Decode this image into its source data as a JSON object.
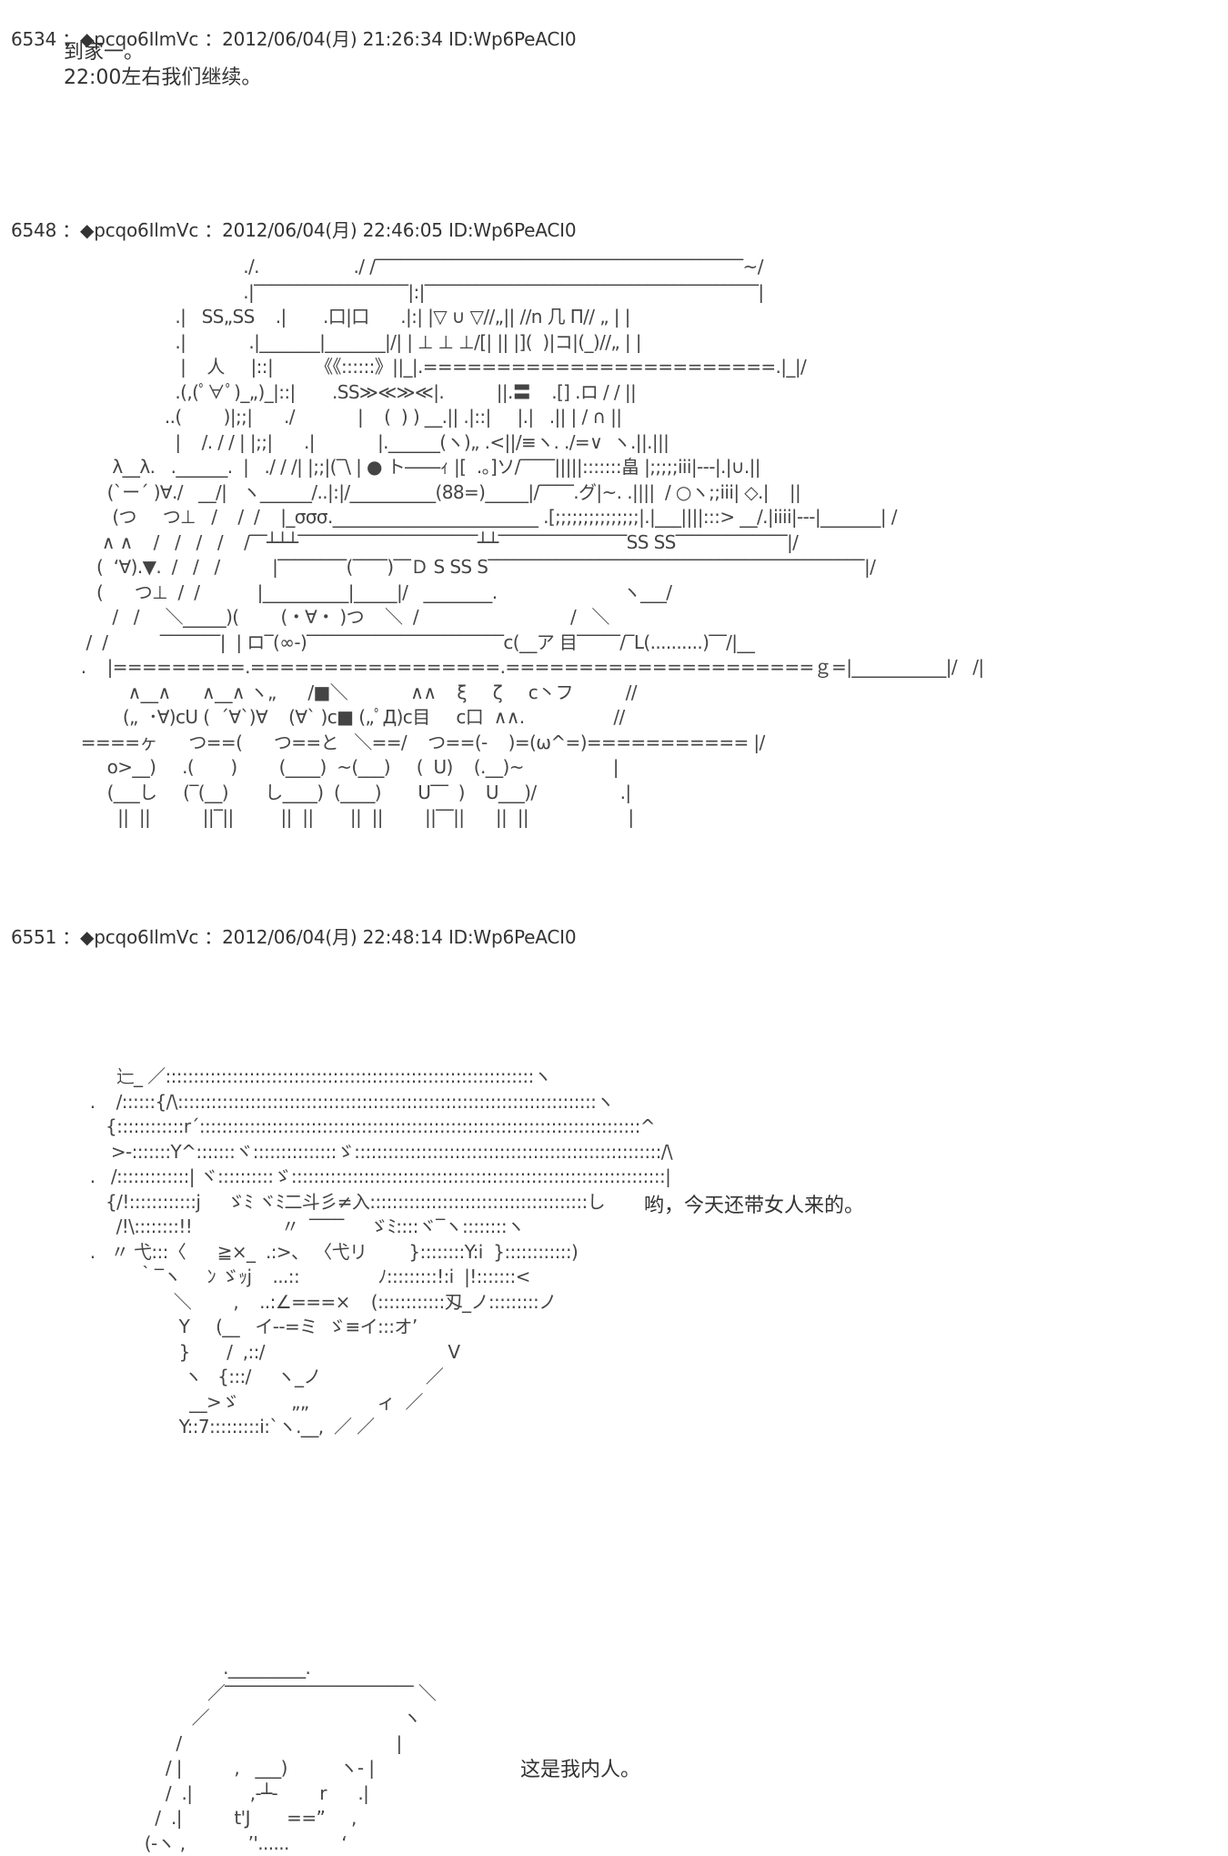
{
  "posts": [
    {
      "header": "6534 ：◆pcqo6IlmVc ：2012/06/04(月) 21:26:34 ID:Wp6PeACI0",
      "body": "到家一。\n22:00左右我们继续。"
    },
    {
      "header": "6548 ：◆pcqo6IlmVc ：2012/06/04(月) 22:46:05 ID:Wp6PeACI0",
      "ascii_art": "                                    ./.                  ./ /‾‾‾‾‾‾‾‾‾‾‾‾‾‾‾‾‾‾‾‾‾‾‾‾‾‾‾‾‾‾‾‾‾‾‾‾‾‾‾‾‾‾‾~/\n                                    .|‾‾‾‾‾‾‾‾‾‾‾‾‾‾‾‾‾‾|:|‾‾‾‾‾‾‾‾‾‾‾‾‾‾‾‾‾‾‾‾‾‾‾‾‾‾‾‾‾‾‾‾‾‾‾‾‾‾‾|\n                       .|   SS„SS    .|       .口|口      .|:| |▽ ∪ ▽//„|| //n 几 Π// „ | |\n                       .|            .|_______|_______|/| | ⊥ ⊥ ⊥/[| || |](  )|コ|(_)//„ | |\n                        |    人     |::|        《《::::::》||_|.========================.|_|/\n                       .(,(ﾟ∀ﾟ)_„)_|::|       .SS≫≪≫≪|.          ||.〓    .[] .ロ / / ||\n                     ..(        )|;;|      ./            |    (  ) ) __.|| .|::|     |.|   .|| | / ∩ ||\n                       |    /. / / | |;;|      .|            |.______(ヽ)„ .<||/≡ヽ. ./=∨  ヽ.||.|||\n           λ__λ.   .______.  |   ./ / /| |;;|(‾\\ | ● ト――ｨ |[  .。]ソ/‾‾‾‾|||||:::::::畠 |;;;;;iii|---|.|∪.||\n          (`ー´ )∀./   __/|   ヽ______/..|:|/__________(88=)_____|/‾‾‾‾.グ|~. .||||  / ○ヽ;;iii| ◇.|    ||\n           (つ     つ⊥   /    /  /    |_σσσ.________________________ .[;;;;;;;;;;;;;;;|.|___||||:::> __/.|iiii|---|_______| /\n         ∧ ∧    /   /   /   /    /‾‾┴┴┴‾‾‾‾‾‾‾‾‾‾‾‾‾‾‾‾‾‾‾‾‾┴┴‾‾‾‾‾‾‾‾‾‾‾‾‾‾‾SS SS‾‾‾‾‾‾‾‾‾‾‾‾‾|/\n        (  ‘∀).▼.  /   /   /          |‾‾‾‾‾‾‾‾(‾‾‾‾)‾‾Ｄ S SS S‾‾‾‾‾‾‾‾‾‾‾‾‾‾‾‾‾‾‾‾‾‾‾‾‾‾‾‾‾‾‾‾‾‾‾‾‾‾‾‾‾‾‾‾|/\n        (      つ⊥  /  /           |__________|_____|/   ________.                        ヽ___/\n           /   /     ＼_____)(        (・∀・ )つ    ＼  /                             /   ＼\n      /  /          ‾‾‾‾‾‾‾|  | ロ‾(∞-)‾‾‾‾‾‾‾‾‾‾‾‾‾‾‾‾‾‾‾‾‾‾‾c(__ア 目‾‾‾‾‾/‾L(..........)‾‾/|__\n     .    |=========.=================.=====================ｇ=|___________|/   /|\n              ∧__∧      ∧__∧ ヽ„      /■＼            ∧∧    ξ     ζ     c丶フ          //\n             („  ･∀)cU (  ´∀`)∀    (∀` )c■ („ﾟД)c目     c口  ∧∧.                 //\n     ====ヶ      つ==(      つ==と   ＼==/    つ==(-    )=(ω^=)=========== |/\n          o>__)     .(       )        (____)  ~(___)     (  U)    (.__)~                 |\n          (___し     (‾(__)       し____)  (____)       U‾‾  )    U___)/                .|\n            ||  ||          ||‾||         ||  ||       ||  ||        ||‾‾||      ||  ||                   |"
    },
    {
      "header": "6551 ：◆pcqo6IlmVc ：2012/06/04(月) 22:48:14 ID:Wp6PeACI0",
      "ascii_art_1": "          辷_ ／::::::::::::::::::::::::::::::::::::::::::::::::::::::::::::::::::ヽ\n     .    /::::::{/\\:::::::::::::::::::::::::::::::::::::::::::::::::::::::::::::::::::::::::::ヽ\n        {::::::::::::r´:::::::::::::::::::::::::::::::::::::::::::::::::::::::::::::::::::::::::::::::^\n         >-:::::::Y^:::::::ヾ:::::::::::::::ゞ:::::::::::::::::::::::::::::::::::::::::::::::::::::::/\\\n     .   /:::::::::::::| ヾ::::::::::ゞ:::::::::::::::::::::::::::::::::::::::::::::::::::::::::::::::::::|\n        {/!::::::::::::j     ゞﾐ ヾﾐ二斗彡≠入:::::::::::::::::::::::::::::::::::::::し\n          /!\\::::::::!!                 〃  ‾‾‾‾     ゞﾐ::::ヾ‾ヽ::::::::ヽ\n     .   〃 弋:::〈      ≧×_  .:>、 〈弋リ        }::::::::Y:i  }::::::::::::)\n              ｀‾ヽ     ﾝ ゞｯj    ...::               ﾉ:::::::::!:i  |!:::::::<\n                     ＼        ,    ..:∠===×    (::::::::::::刄_ノ:::::::::ノ\n                      Y     (__   イ-‐=ミ  ゞ≡イ:::オ’\n                      }       /  ,::/                                   V\n                       ヽ   {:::/     ヽ_ノ                    ／\n                        __>ゞ          „„             ィ  ／\n                      Y::7:::::::::i:`ヽ.__,  ／ ／",
      "line_1": "哟，今天还带女人来的。",
      "ascii_art_2": "                    ._________.\n                 ／‾‾‾‾‾‾‾‾‾‾‾‾‾‾‾‾‾‾‾‾‾‾ ＼\n              ／                                     ヽ\n           /                                         |\n         / |          ,   ___)          ヽ- |\n         /  .|           ,‐┴‐        r      .|\n       /  .|          t'J       ==”     ,\n     (‐ヽ ,            ’'......          ‘",
      "line_2": "这是我内人。"
    }
  ]
}
